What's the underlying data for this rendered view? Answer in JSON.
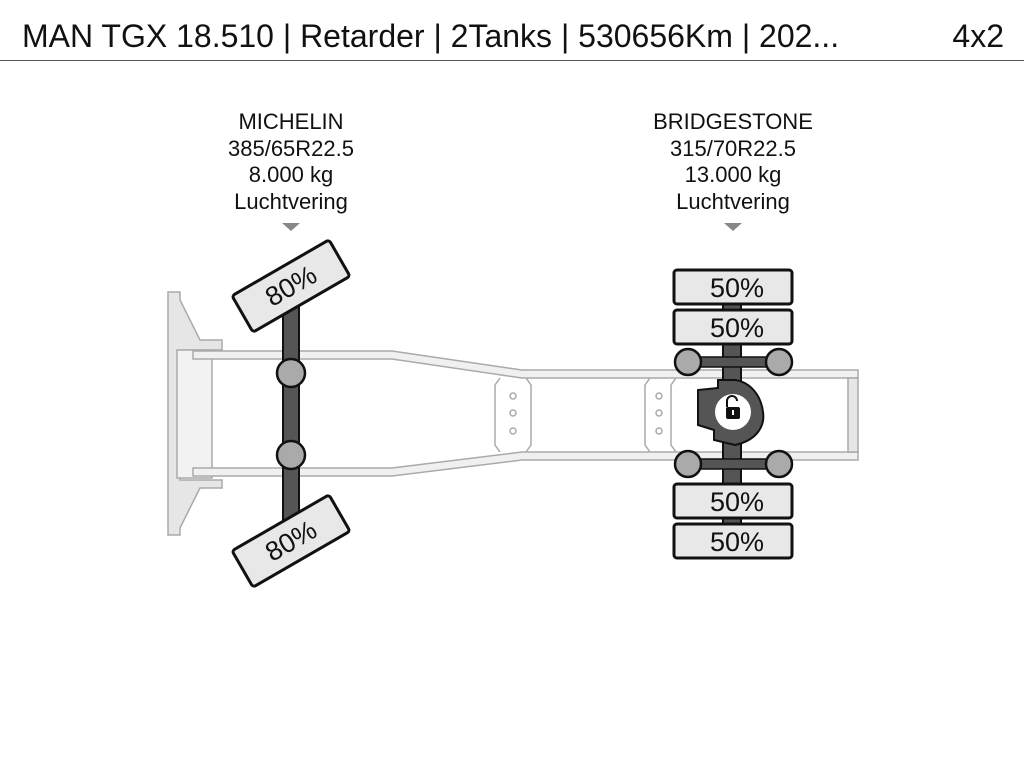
{
  "header": {
    "title": "MAN TGX 18.510 | Retarder | 2Tanks | 530656Km | 202...",
    "axle_config": "4x2"
  },
  "axles": [
    {
      "brand": "MICHELIN",
      "tire_size": "385/65R22.5",
      "load": "8.000 kg",
      "suspension": "Luchtvering",
      "tires": [
        "80%",
        "80%"
      ]
    },
    {
      "brand": "BRIDGESTONE",
      "tire_size": "315/70R22.5",
      "load": "13.000 kg",
      "suspension": "Luchtvering",
      "tires": [
        "50%",
        "50%",
        "50%",
        "50%"
      ],
      "differential_lock": "unlocked"
    }
  ]
}
